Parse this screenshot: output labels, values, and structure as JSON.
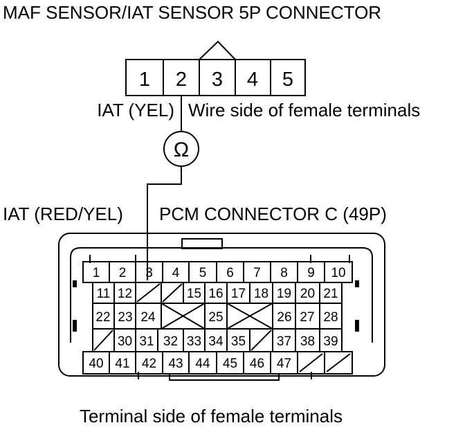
{
  "title": "MAF SENSOR/IAT SENSOR 5P CONNECTOR",
  "connector_5p": {
    "pins": [
      "1",
      "2",
      "3",
      "4",
      "5"
    ],
    "wire_label": "IAT (YEL)",
    "side_label": "Wire side of female terminals"
  },
  "meter": {
    "symbol": "Ω",
    "icon": "ohmmeter-icon"
  },
  "pcm": {
    "wire_label": "IAT (RED/YEL)",
    "title": "PCM CONNECTOR C (49P)",
    "footer": "Terminal side of female terminals",
    "rows": [
      [
        "1",
        "2",
        "3",
        "4",
        "5",
        "6",
        "7",
        "8",
        "9",
        "10"
      ],
      [
        "11",
        "12",
        "15",
        "16",
        "17",
        "18",
        "19",
        "20",
        "21"
      ],
      [
        "22",
        "23",
        "24",
        "25",
        "26",
        "27",
        "28"
      ],
      [
        "30",
        "31",
        "32",
        "33",
        "34",
        "35",
        "37",
        "38",
        "39"
      ],
      [
        "40",
        "41",
        "42",
        "43",
        "44",
        "45",
        "46",
        "47"
      ]
    ]
  }
}
